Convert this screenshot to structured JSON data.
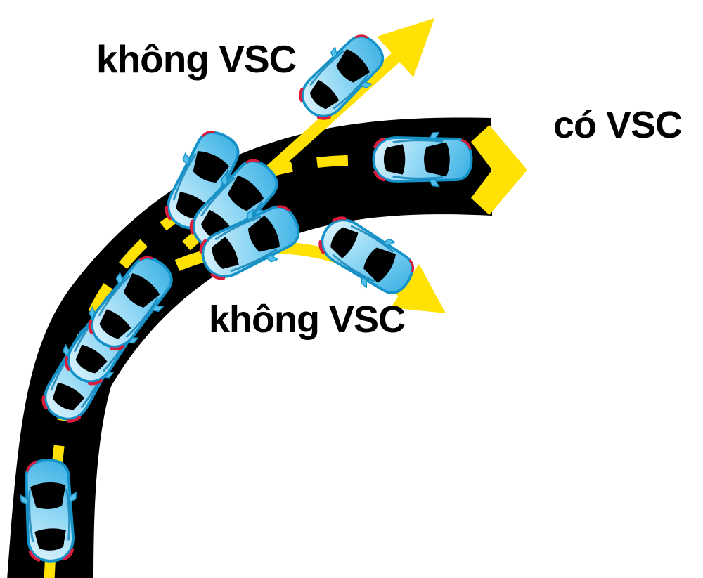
{
  "labels": {
    "no_vsc_top": "không VSC",
    "with_vsc": "có VSC",
    "no_vsc_bottom": "không VSC"
  },
  "colors": {
    "background": "#FFFFFF",
    "road": "#000000",
    "lane_marking": "#FFE103",
    "arrow": "#FFE103",
    "car_body": "#55C1EA",
    "car_body_light": "#D9F1FC",
    "car_outline": "#1593C9",
    "car_window": "#000000",
    "car_light_red": "#D81E3C",
    "text": "#000000"
  }
}
